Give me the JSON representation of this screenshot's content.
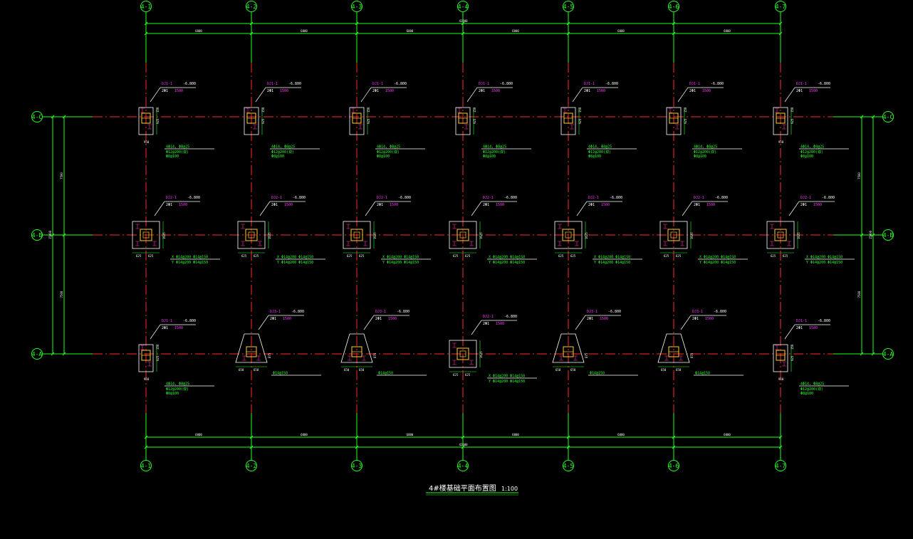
{
  "drawing": {
    "title": "4#楼基础平面布置图",
    "scale": "1:100",
    "colors": {
      "background": "#000000",
      "grid_axis": "#ff2a2a",
      "dimension": "#22ff22",
      "footing": "#ffffff",
      "column": "#ffcc33",
      "rebar": "#ff33aa",
      "label_main": "#ffffff",
      "label_accent": "#ff33ff",
      "note": "#22ff22"
    },
    "grid_x_labels": [
      "4-1",
      "4-2",
      "4-3",
      "4-4",
      "4-5",
      "4-6",
      "4-7"
    ],
    "grid_y_labels": [
      "4-C",
      "4-B",
      "4-A"
    ],
    "dim_top_overall": "42000",
    "dim_top_segments": [
      "6000",
      "6000",
      "6000",
      "6000",
      "6000",
      "6000"
    ],
    "dim_bottom_overall": "42000",
    "dim_bottom_segments": [
      "6000",
      "6000",
      "6000",
      "6000",
      "6000",
      "6000"
    ],
    "dim_left_overall": "15000",
    "dim_left_segments": [
      "7500",
      "7500"
    ],
    "dim_right_overall": "15000",
    "dim_right_segments": [
      "7500",
      "7500"
    ],
    "footings": [
      {
        "row": "C",
        "col": 1,
        "shape": "square",
        "name": "DJ1-1",
        "elev": "-6.800",
        "top_note": "2Φ1",
        "accent": "1500",
        "note1": "4Φ14, Φ8@25",
        "note2": "Φ12@200(双)",
        "note3": "Φ8@100"
      },
      {
        "row": "C",
        "col": 2,
        "shape": "square",
        "name": "DJ1-1",
        "elev": "-6.800",
        "top_note": "2Φ1",
        "accent": "1500",
        "note1": "4Φ14, Φ8@25",
        "note2": "Φ12@200(双)",
        "note3": "Φ8@100"
      },
      {
        "row": "C",
        "col": 3,
        "shape": "square",
        "name": "DJ1-1",
        "elev": "-6.800",
        "top_note": "2Φ1",
        "accent": "1500",
        "note1": "4Φ14, Φ8@25",
        "note2": "Φ12@200(双)",
        "note3": "Φ8@100"
      },
      {
        "row": "C",
        "col": 4,
        "shape": "square",
        "name": "DJ1-1",
        "elev": "-6.800",
        "top_note": "2Φ1",
        "accent": "1500",
        "note1": "4Φ14, Φ8@25",
        "note2": "Φ12@200(双)",
        "note3": "Φ8@100"
      },
      {
        "row": "C",
        "col": 5,
        "shape": "square",
        "name": "DJ1-1",
        "elev": "-6.800",
        "top_note": "2Φ1",
        "accent": "1500",
        "note1": "4Φ14, Φ8@25",
        "note2": "Φ12@200(双)",
        "note3": "Φ8@100"
      },
      {
        "row": "C",
        "col": 6,
        "shape": "square",
        "name": "DJ1-1",
        "elev": "-6.800",
        "top_note": "2Φ1",
        "accent": "1500",
        "note1": "4Φ14, Φ8@25",
        "note2": "Φ12@200(双)",
        "note3": "Φ8@100"
      },
      {
        "row": "C",
        "col": 7,
        "shape": "square",
        "name": "DJ1-1",
        "elev": "-6.800",
        "top_note": "2Φ1",
        "accent": "1500",
        "note1": "4Φ14, Φ8@25",
        "note2": "Φ12@200(双)",
        "note3": "Φ8@100"
      },
      {
        "row": "B",
        "col": 1,
        "shape": "large",
        "name": "DJ2-1",
        "elev": "-6.800",
        "top_note": "2Φ1",
        "accent": "1500",
        "note1": "X Φ14@200 Φ14@150",
        "note2": "Y Φ14@200 Φ14@150",
        "note3": ""
      },
      {
        "row": "B",
        "col": 2,
        "shape": "large",
        "name": "DJ2-1",
        "elev": "-6.800",
        "top_note": "2Φ1",
        "accent": "1500",
        "note1": "X Φ14@200 Φ14@150",
        "note2": "Y Φ14@200 Φ14@150",
        "note3": ""
      },
      {
        "row": "B",
        "col": 3,
        "shape": "large",
        "name": "DJ2-1",
        "elev": "-6.800",
        "top_note": "2Φ1",
        "accent": "1500",
        "note1": "X Φ14@200 Φ14@150",
        "note2": "Y Φ14@200 Φ14@150",
        "note3": ""
      },
      {
        "row": "B",
        "col": 4,
        "shape": "large",
        "name": "DJ2-1",
        "elev": "-6.800",
        "top_note": "2Φ1",
        "accent": "1500",
        "note1": "X Φ14@200 Φ14@150",
        "note2": "Y Φ14@200 Φ14@150",
        "note3": ""
      },
      {
        "row": "B",
        "col": 5,
        "shape": "large",
        "name": "DJ2-1",
        "elev": "-6.800",
        "top_note": "2Φ1",
        "accent": "1500",
        "note1": "X Φ14@200 Φ14@150",
        "note2": "Y Φ14@200 Φ14@150",
        "note3": ""
      },
      {
        "row": "B",
        "col": 6,
        "shape": "large",
        "name": "DJ2-1",
        "elev": "-6.800",
        "top_note": "2Φ1",
        "accent": "1500",
        "note1": "X Φ14@200 Φ14@150",
        "note2": "Y Φ14@200 Φ14@150",
        "note3": ""
      },
      {
        "row": "B",
        "col": 7,
        "shape": "large",
        "name": "DJ2-1",
        "elev": "-6.800",
        "top_note": "2Φ1",
        "accent": "1500",
        "note1": "X Φ14@200 Φ14@150",
        "note2": "Y Φ14@200 Φ14@150",
        "note3": ""
      },
      {
        "row": "A",
        "col": 1,
        "shape": "square",
        "name": "DJ1-1",
        "elev": "-6.800",
        "top_note": "2Φ1",
        "accent": "1500",
        "note1": "4Φ14, Φ8@25",
        "note2": "Φ12@200(双)",
        "note3": "Φ8@100"
      },
      {
        "row": "A",
        "col": 2,
        "shape": "tri",
        "name": "DJ3-1",
        "elev": "-6.800",
        "top_note": "2Φ1",
        "accent": "1500",
        "note1": "Φ14@150",
        "note2": "",
        "note3": ""
      },
      {
        "row": "A",
        "col": 3,
        "shape": "tri",
        "name": "DJ3-1",
        "elev": "-6.800",
        "top_note": "2Φ1",
        "accent": "1500",
        "note1": "Φ14@150",
        "note2": "",
        "note3": ""
      },
      {
        "row": "A",
        "col": 4,
        "shape": "large",
        "name": "DJ2-1",
        "elev": "-6.800",
        "top_note": "2Φ1",
        "accent": "1500",
        "note1": "X Φ14@200 Φ14@150",
        "note2": "Y Φ14@200 Φ14@150",
        "note3": ""
      },
      {
        "row": "A",
        "col": 5,
        "shape": "tri",
        "name": "DJ3-1",
        "elev": "-6.800",
        "top_note": "2Φ1",
        "accent": "1500",
        "note1": "Φ14@150",
        "note2": "",
        "note3": ""
      },
      {
        "row": "A",
        "col": 6,
        "shape": "tri",
        "name": "DJ3-1",
        "elev": "-6.800",
        "top_note": "2Φ1",
        "accent": "1500",
        "note1": "Φ14@150",
        "note2": "",
        "note3": ""
      },
      {
        "row": "A",
        "col": 7,
        "shape": "square",
        "name": "DJ1-1",
        "elev": "-6.800",
        "top_note": "2Φ1",
        "accent": "1500",
        "note1": "4Φ14, Φ8@25",
        "note2": "Φ12@200(双)",
        "note3": "Φ8@100"
      }
    ],
    "footing_dims": {
      "square_side": "925",
      "square_top": "150",
      "large_half": "625",
      "large_side": "1625",
      "tri_half": "650",
      "tri_side": "875",
      "edge_end": "950"
    }
  }
}
